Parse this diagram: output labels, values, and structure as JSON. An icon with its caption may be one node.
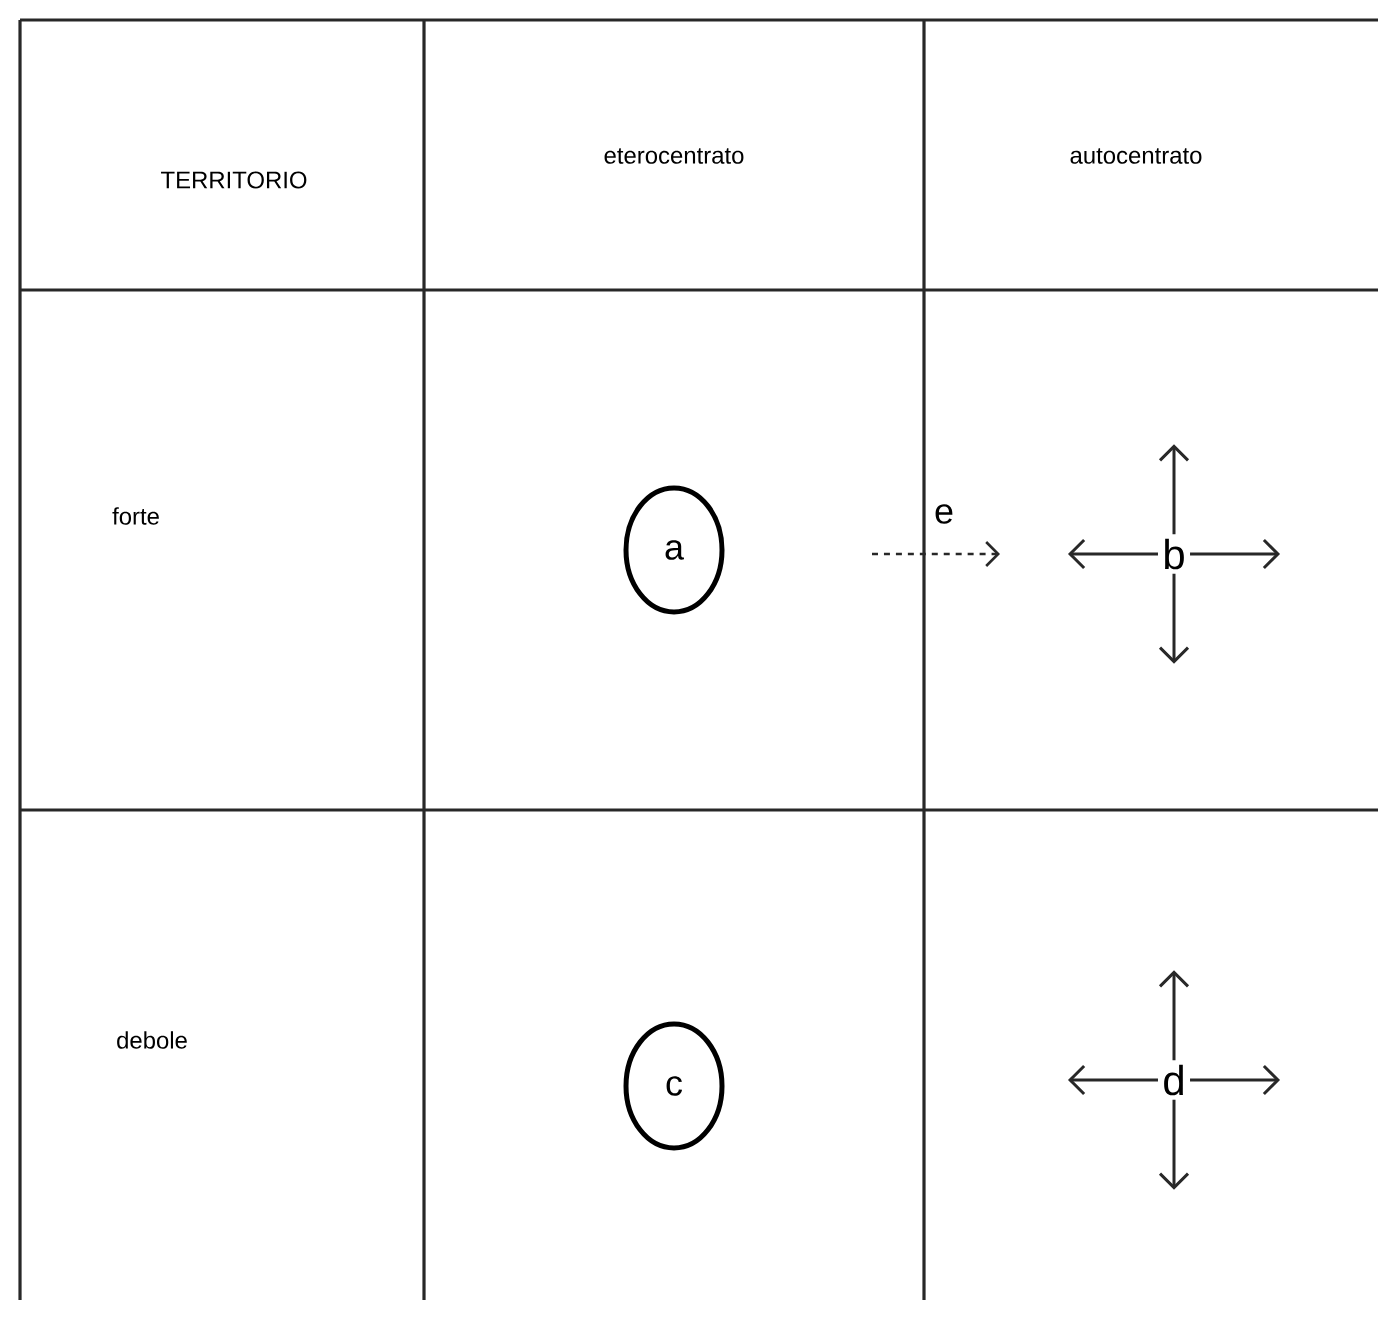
{
  "diagram": {
    "nodes": [
      {
        "text": [
          "a"
        ]
      },
      {
        "text": [
          "b"
        ]
      },
      {
        "text": [
          "c"
        ]
      },
      {
        "text": [
          "d"
        ]
      }
    ],
    "edges": [
      {
        "from": 1,
        "to": null,
        "arrow": "to"
      },
      {
        "from": 1,
        "to": null,
        "arrow": "to"
      },
      {
        "from": 1,
        "to": null,
        "arrow": "to"
      },
      {
        "from": 1,
        "to": null,
        "arrow": "to"
      },
      {
        "from": 3,
        "to": null,
        "arrow": "to"
      },
      {
        "from": 3,
        "to": null,
        "arrow": "to"
      },
      {
        "from": 3,
        "to": null,
        "arrow": "to"
      },
      {
        "from": 3,
        "to": null,
        "arrow": "to"
      }
    ],
    "labels": [
      "TERRITORIO",
      "eterocentrato",
      "autocentrato",
      "forte",
      "e",
      "debole"
    ]
  }
}
